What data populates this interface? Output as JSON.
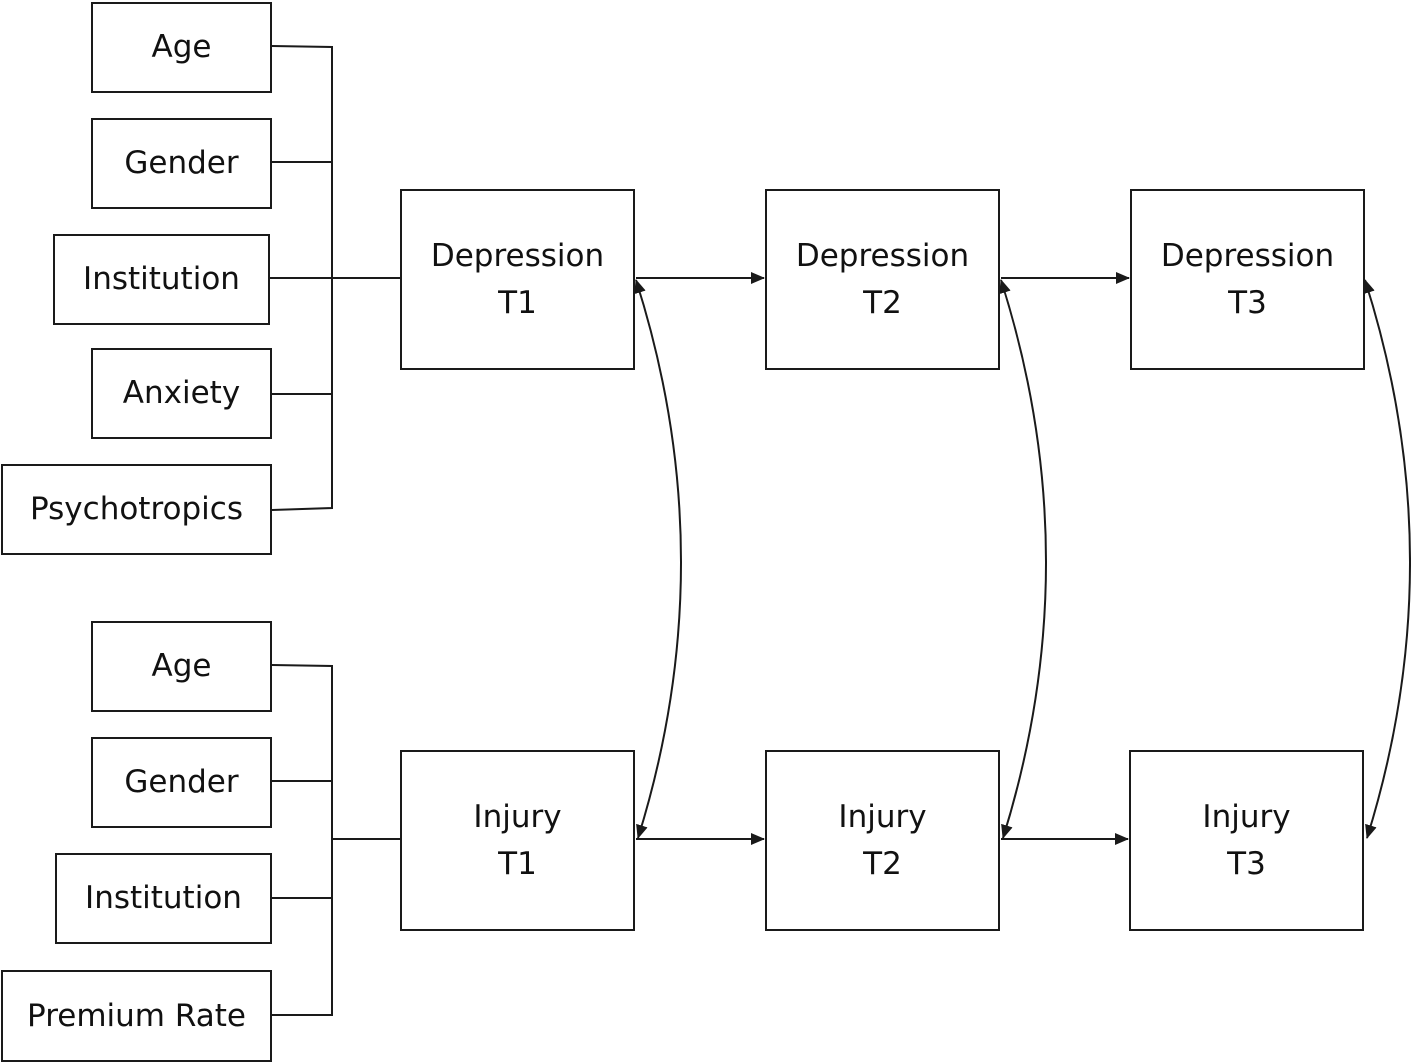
{
  "covariates_depression": {
    "age": "Age",
    "gender": "Gender",
    "institution": "Institution",
    "anxiety": "Anxiety",
    "psychotropics": "Psychotropics"
  },
  "covariates_injury": {
    "age": "Age",
    "gender": "Gender",
    "institution": "Institution",
    "premium_rate": "Premium Rate"
  },
  "depression": {
    "t1": {
      "name": "Depression",
      "time": "T1"
    },
    "t2": {
      "name": "Depression",
      "time": "T2"
    },
    "t3": {
      "name": "Depression",
      "time": "T3"
    }
  },
  "injury": {
    "t1": {
      "name": "Injury",
      "time": "T1"
    },
    "t2": {
      "name": "Injury",
      "time": "T2"
    },
    "t3": {
      "name": "Injury",
      "time": "T3"
    }
  },
  "colors": {
    "line": "#1a1a1a",
    "text": "#111111",
    "background": "#ffffff"
  }
}
